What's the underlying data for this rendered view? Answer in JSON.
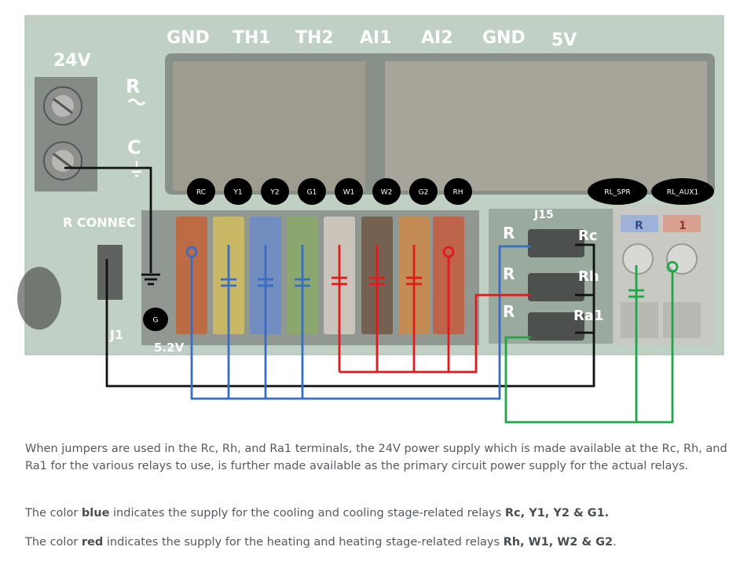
{
  "board_labels": {
    "top": [
      "GND",
      "TH1",
      "TH2",
      "AI1",
      "AI2",
      "GND",
      "5V"
    ],
    "power": "24V",
    "r": "R",
    "c": "C",
    "r_connect": "R CONNEC",
    "j1": "J1",
    "v52": "5.2V",
    "j15": "J15",
    "relay_r": [
      "R",
      "R",
      "R"
    ],
    "relay_right": [
      "Rc",
      "Rh",
      "Ra1"
    ],
    "aux_r": "R",
    "aux_one": "1"
  },
  "terminal_tags": [
    "RC",
    "Y1",
    "Y2",
    "G1",
    "W1",
    "W2",
    "G2",
    "RH"
  ],
  "relay_tags": [
    "RL_SPR",
    "RL_AUX1"
  ],
  "ground_tag": "G",
  "colors": {
    "cooling": "#3b6cc4",
    "heating": "#e3191b",
    "common": "#111111",
    "aux": "#1fa64a"
  },
  "paragraphs": {
    "p1": "When jumpers are used in the Rc, Rh, and Ra1 terminals, the 24V power supply which is made available at the Rc, Rh, and Ra1 for the various relays to use, is further made available as the primary circuit power supply for the actual relays.",
    "p2": {
      "a": "The color ",
      "b": "blue",
      "c": " indicates the supply for the cooling and cooling stage-related relays ",
      "d": "Rc, Y1, Y2 & G1."
    },
    "p3": {
      "a": "The color ",
      "b": "red",
      "c": " indicates the supply for the heating and heating stage-related relays ",
      "d": "Rh, W1, W2 & G2",
      "e": "."
    }
  }
}
